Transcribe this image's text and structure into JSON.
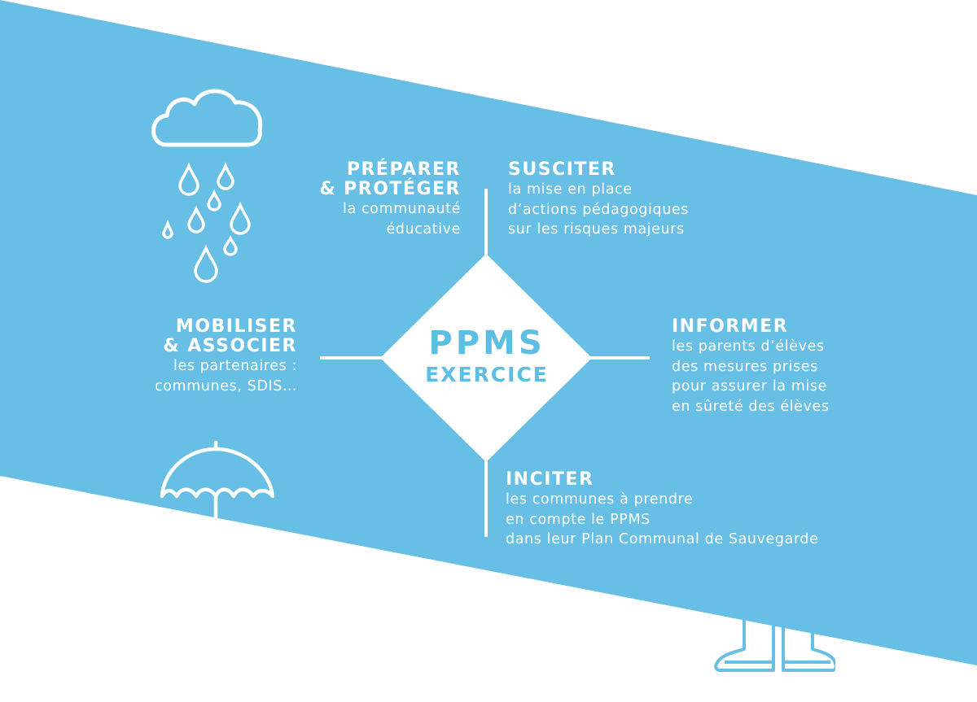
{
  "colors": {
    "band": "#67bfe5",
    "diamond": "#ffffff",
    "text": "#ffffff",
    "center_text": "#5dbde3",
    "background": "#ffffff"
  },
  "center": {
    "title": "PPMS",
    "subtitle": "EXERCICE"
  },
  "blocks": {
    "preparer": {
      "title_lines": [
        "PRÉPARER",
        "& PROTÉGER"
      ],
      "text_lines": [
        "la communauté",
        "éducative"
      ]
    },
    "susciter": {
      "title_lines": [
        "SUSCITER"
      ],
      "text_lines": [
        "la mise en place",
        "d’actions pédagogiques",
        "sur les risques majeurs"
      ]
    },
    "mobiliser": {
      "title_lines": [
        "MOBILISER",
        "& ASSOCIER"
      ],
      "text_lines": [
        "les partenaires :",
        "communes, SDIS…"
      ]
    },
    "informer": {
      "title_lines": [
        "INFORMER"
      ],
      "text_lines": [
        "les parents d’élèves",
        "des mesures prises",
        "pour assurer la mise",
        "en sûreté des élèves"
      ]
    },
    "inciter": {
      "title_lines": [
        "INCITER"
      ],
      "text_lines": [
        "les communes à prendre",
        "en compte le PPMS",
        "dans leur Plan Communal de Sauvegarde"
      ]
    }
  },
  "icons": [
    "rain-cloud-icon",
    "umbrella-icon",
    "rain-boots-icon"
  ]
}
